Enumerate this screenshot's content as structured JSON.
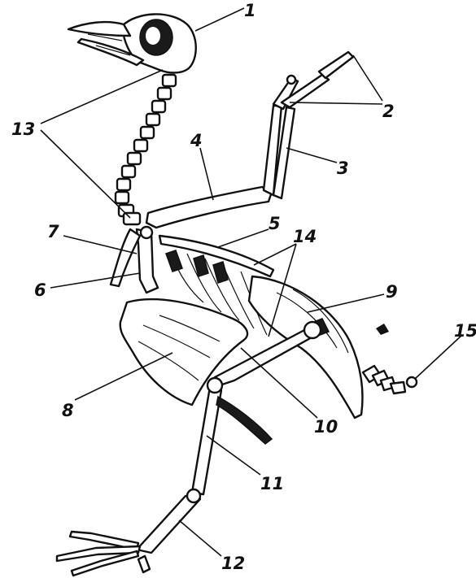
{
  "figure": {
    "labels": [
      "1",
      "2",
      "3",
      "4",
      "5",
      "6",
      "7",
      "8",
      "9",
      "10",
      "11",
      "12",
      "13",
      "14",
      "15"
    ]
  },
  "colors": {
    "ink": "#111111",
    "paper": "#ffffff"
  }
}
